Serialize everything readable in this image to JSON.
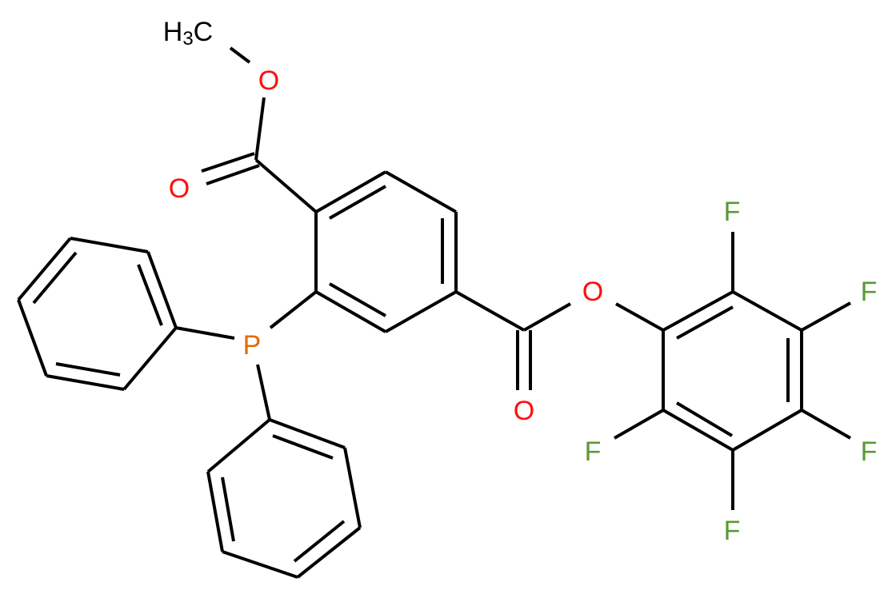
{
  "diagram": {
    "type": "chemical-structure",
    "name_hint": "methyl 2-(diphenylphosphino)-4-(pentafluorophenoxycarbonyl)benzoate",
    "colors": {
      "carbon_bond": "#000000",
      "oxygen": "#ff0d0d",
      "phosphorus": "#e06c00",
      "fluorine": "#5a9a32"
    },
    "atoms": {
      "methyl": {
        "label": "H",
        "sub": "3",
        "tail": "C"
      },
      "o_methoxy": {
        "label": "O"
      },
      "o_carbonyl_1": {
        "label": "O"
      },
      "o_ester": {
        "label": "O"
      },
      "o_carbonyl_2": {
        "label": "O"
      },
      "phosphorus": {
        "label": "P"
      },
      "f1": {
        "label": "F"
      },
      "f2": {
        "label": "F"
      },
      "f3": {
        "label": "F"
      },
      "f4": {
        "label": "F"
      },
      "f5": {
        "label": "F"
      }
    }
  }
}
